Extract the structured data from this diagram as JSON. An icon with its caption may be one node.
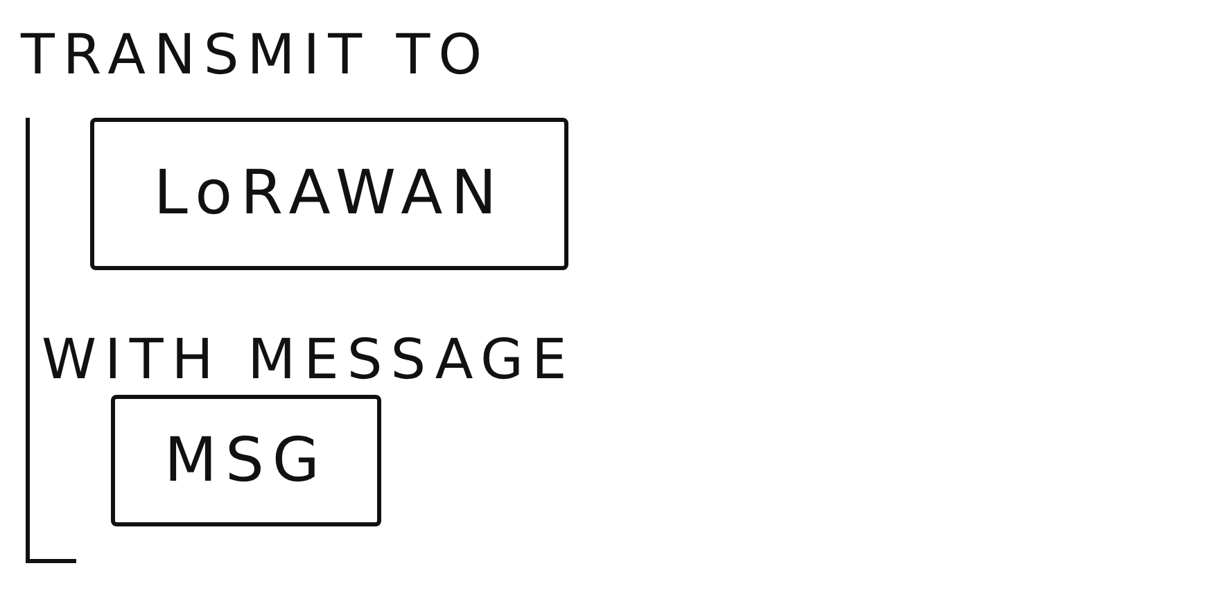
{
  "diagram": {
    "nodes": [
      {
        "text": [
          "TRANSMIT TO",
          "WITH MESSAGE"
        ]
      },
      {
        "text": [
          "LoRAWAN"
        ],
        "in": 0
      },
      {
        "text": [
          "MSG"
        ],
        "in": 0
      }
    ]
  }
}
